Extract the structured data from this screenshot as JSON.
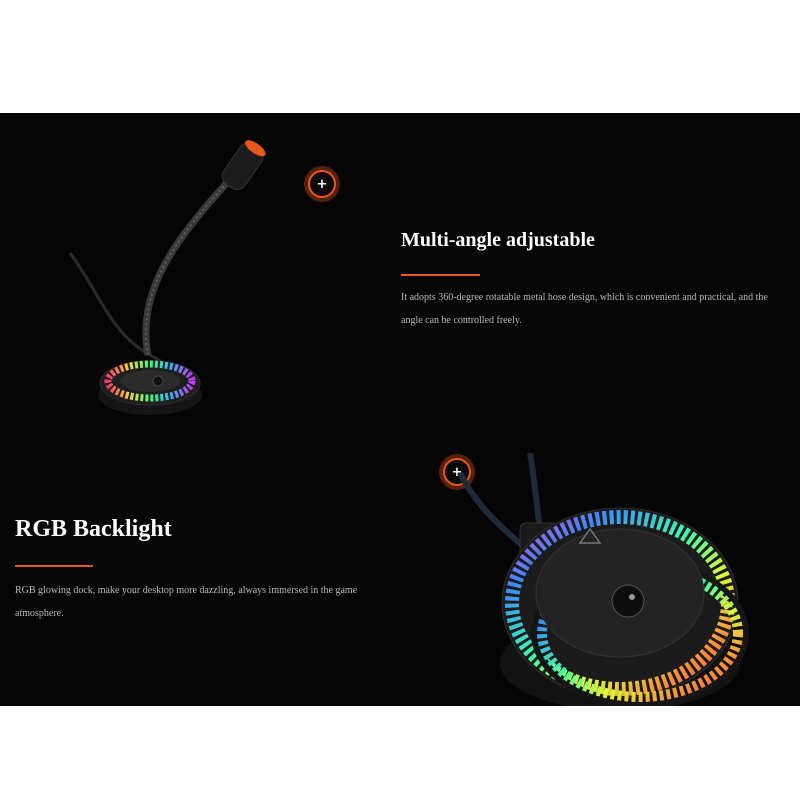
{
  "feature_1": {
    "heading": "Multi-angle adjustable",
    "description": "It adopts 360-degree rotatable metal hose design, which is convenient and practical, and the angle can be controlled freely."
  },
  "feature_2": {
    "heading": "RGB Backlight",
    "description": "RGB glowing dock, make your desktop more dazzling, always immersed in the game atmosphere."
  },
  "hotspot_symbol": "+",
  "colors": {
    "background": "#050505",
    "accent": "#e8571c",
    "heading": "#ffffff",
    "body_text": "#b8b8b8"
  }
}
